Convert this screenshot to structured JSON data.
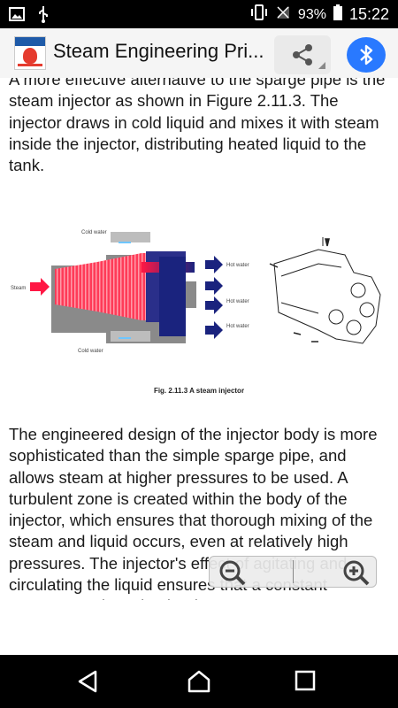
{
  "status_bar": {
    "battery_percent": "93%",
    "time": "15:22"
  },
  "toolbar": {
    "title": "Steam Engineering Pri...",
    "share_icon": "share-icon",
    "bluetooth_icon": "bluetooth-icon"
  },
  "content": {
    "paragraph_1": "A more effective alternative to the sparge pipe is the steam injector as shown in Figure 2.11.3. The injector draws in cold liquid and mixes it with steam inside the injector, distributing heated liquid to the tank.",
    "figure": {
      "labels": {
        "cold_water_top": "Cold water",
        "cold_water_bottom": "Cold water",
        "steam": "Steam",
        "hot_water_1": "Hot water",
        "hot_water_2": "Hot water",
        "hot_water_3": "Hot water"
      },
      "caption": "Fig. 2.11.3 A steam injector"
    },
    "paragraph_2": "The engineered design of the injector body is more sophisticated than the simple sparge pipe, and allows steam at higher pressures to be used. A turbulent zone is created within the body of the injector, which ensures that thorough mixing of the steam and liquid occurs, even at relatively high pressures. The injector's effect of agitating and circulating the liquid ensures that a constant temperature is maintained."
  },
  "zoom_controls": {
    "zoom_out_icon": "zoom-out-icon",
    "zoom_in_icon": "zoom-in-icon"
  },
  "nav_bar": {
    "back_icon": "back-icon",
    "home_icon": "home-icon",
    "recents_icon": "recents-icon"
  },
  "colors": {
    "accent_blue": "#2979ff",
    "steam_red": "#ff1744",
    "water_navy": "#1a237e"
  }
}
